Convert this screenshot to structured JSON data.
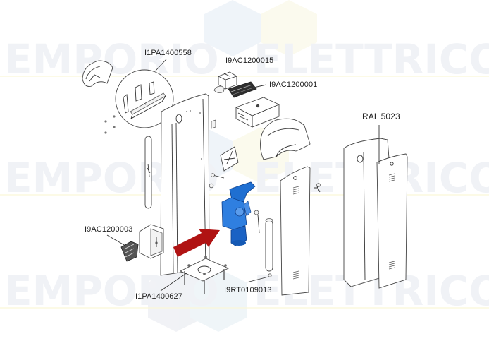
{
  "watermark": {
    "brand_left": "EMPORIO",
    "brand_right": "ELETTRICO",
    "text_color": "#eef0f5",
    "hex_colors": [
      "#eaf1f8",
      "#fbfaea",
      "#eef3fb"
    ],
    "rows_y": [
      48,
      218,
      378
    ]
  },
  "diagram": {
    "highlight_color": "#1f6fd1",
    "arrow_color": "#b01313",
    "parts": [
      {
        "id": "top-cap-cover",
        "label": ""
      },
      {
        "id": "bracket-detail",
        "label": "I1PA1400558"
      },
      {
        "id": "transformer",
        "label": "I9AC1200015"
      },
      {
        "id": "control-board",
        "label": "I9AC1200001"
      },
      {
        "id": "control-box",
        "label": ""
      },
      {
        "id": "head-cover",
        "label": ""
      },
      {
        "id": "cabinet-right",
        "label": "RAL 5023"
      },
      {
        "id": "battery-board",
        "label": "I9AC1200003"
      },
      {
        "id": "battery-pack",
        "label": ""
      },
      {
        "id": "gearmotor",
        "label": ""
      },
      {
        "id": "anchor-plate",
        "label": "I1PA1400627"
      },
      {
        "id": "spring-rod",
        "label": "I9RT0109013"
      },
      {
        "id": "front-door-panel",
        "label": ""
      },
      {
        "id": "cabinet-left",
        "label": ""
      }
    ]
  },
  "labels": {
    "bracket": "I1PA1400558",
    "transformer": "I9AC1200015",
    "control_board": "I9AC1200001",
    "ral_color": "RAL 5023",
    "battery_board": "I9AC1200003",
    "anchor_plate": "I1PA1400627",
    "spring_rod": "I9RT0109013"
  }
}
